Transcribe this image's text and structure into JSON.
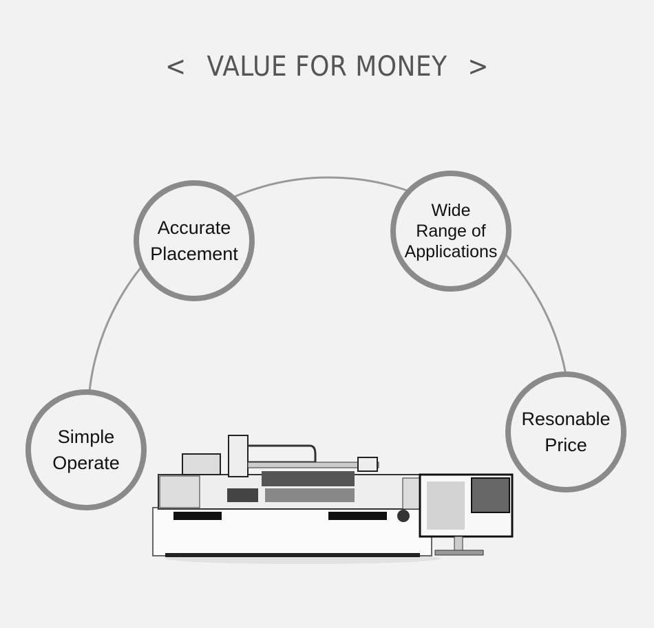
{
  "title": {
    "left_arrow": "<",
    "text": "VALUE FOR MONEY",
    "right_arrow": ">"
  },
  "features": [
    {
      "label_lines": [
        "Simple",
        "Operate"
      ]
    },
    {
      "label_lines": [
        "Accurate",
        "Placement"
      ]
    },
    {
      "label_lines": [
        "Wide",
        "Range of",
        "Applications"
      ]
    },
    {
      "label_lines": [
        "Resonable",
        "Price"
      ]
    }
  ],
  "colors": {
    "background": "#f2f2f2",
    "ring": "#8a8a8a",
    "title": "#555555"
  }
}
